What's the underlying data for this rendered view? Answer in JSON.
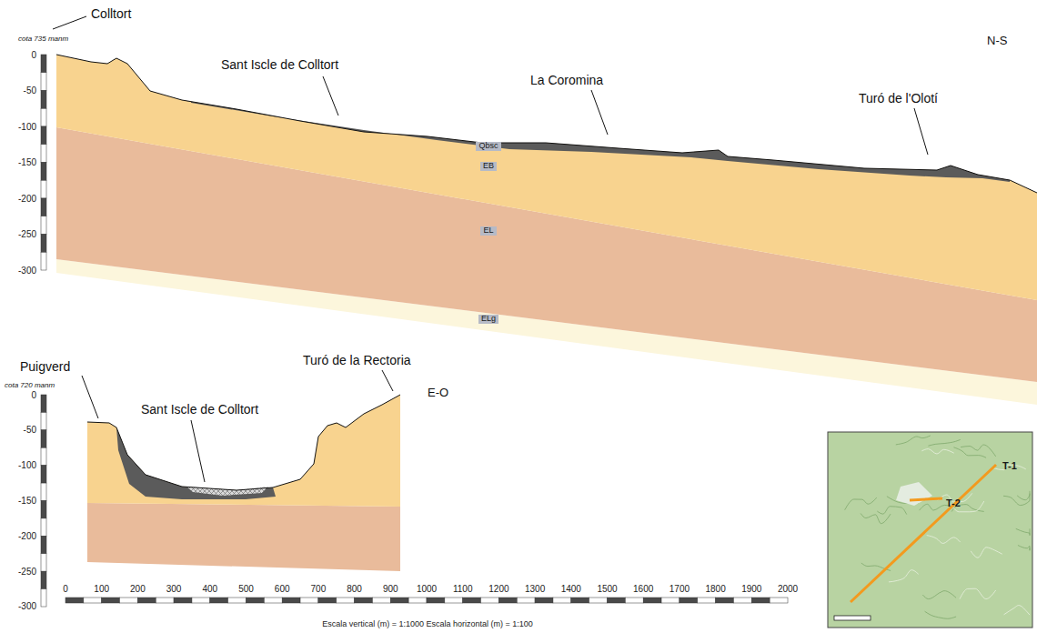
{
  "diagram": {
    "labels": [
      "Colltort",
      "cota 735 manm",
      "N-S",
      "0",
      "-50",
      "-100",
      "-150",
      "-200",
      "-250",
      "-300",
      "Sant Iscle de Colltort",
      "La Coromina",
      "Turó de l'Olotí",
      "Qbsc",
      "EB",
      "EL",
      "ELg",
      "Puigverd",
      "cota 720 manm",
      "Sant Iscle de Colltort",
      "Turó de la Rectoria",
      "E-O",
      "0",
      "-50",
      "-100",
      "-150",
      "-200",
      "-250",
      "-300",
      "0",
      "100",
      "200",
      "300",
      "400",
      "500",
      "600",
      "700",
      "800",
      "900",
      "1000",
      "1100",
      "1200",
      "1300",
      "1400",
      "1500",
      "1600",
      "1700",
      "1800",
      "1900",
      "2000",
      "Escala vertical (m) = 1:1000 Escala horizontal (m) = 1:100",
      "T-1",
      "T-2"
    ]
  }
}
